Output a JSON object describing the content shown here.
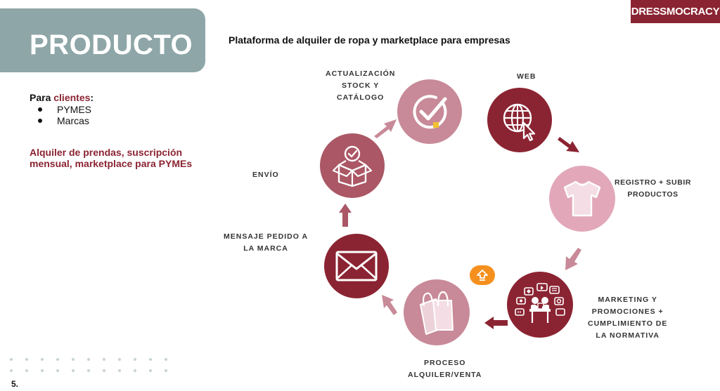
{
  "header": {
    "title": "PRODUCTO",
    "brand": "DRESSMOCRACY",
    "subtitle": "Plataforma de alquiler de ropa y marketplace para empresas"
  },
  "clients": {
    "prefix": "Para ",
    "accent": "clientes",
    "suffix": ":",
    "items": [
      "PYMES",
      "Marcas"
    ]
  },
  "description": "Alquiler de prendas, suscripción mensual, marketplace para PYMEs",
  "cycle": {
    "web": "WEB",
    "registro": [
      "REGISTRO + SUBIR",
      "PRODUCTOS"
    ],
    "marketing": [
      "MARKETING Y",
      "PROMOCIONES +",
      "CUMPLIMIENTO DE",
      "LA NORMATIVA"
    ],
    "proceso": [
      "PROCESO",
      "ALQUILER/VENTA"
    ],
    "mensaje": [
      "MENSAJE PEDIDO A",
      "LA MARCA"
    ],
    "envio": "ENVÍO",
    "actualizacion": [
      "ACTUALIZACIÓN",
      "STOCK Y",
      "CATÁLOGO"
    ]
  },
  "colors": {
    "dark": "#8b2432",
    "medium": "#ab5765",
    "light": "#c88a98",
    "lighter": "#e2a8ba",
    "arrow": "#9b3848",
    "arrowLight": "#c88a98",
    "teal": "#8ea6a7"
  },
  "icons": [
    "globe-cursor-icon",
    "tshirt-icon",
    "marketing-people-icon",
    "shopping-bag-icon",
    "envelope-icon",
    "box-check-icon",
    "checkmark-circle-icon",
    "upload-icon"
  ],
  "page_number": "5."
}
